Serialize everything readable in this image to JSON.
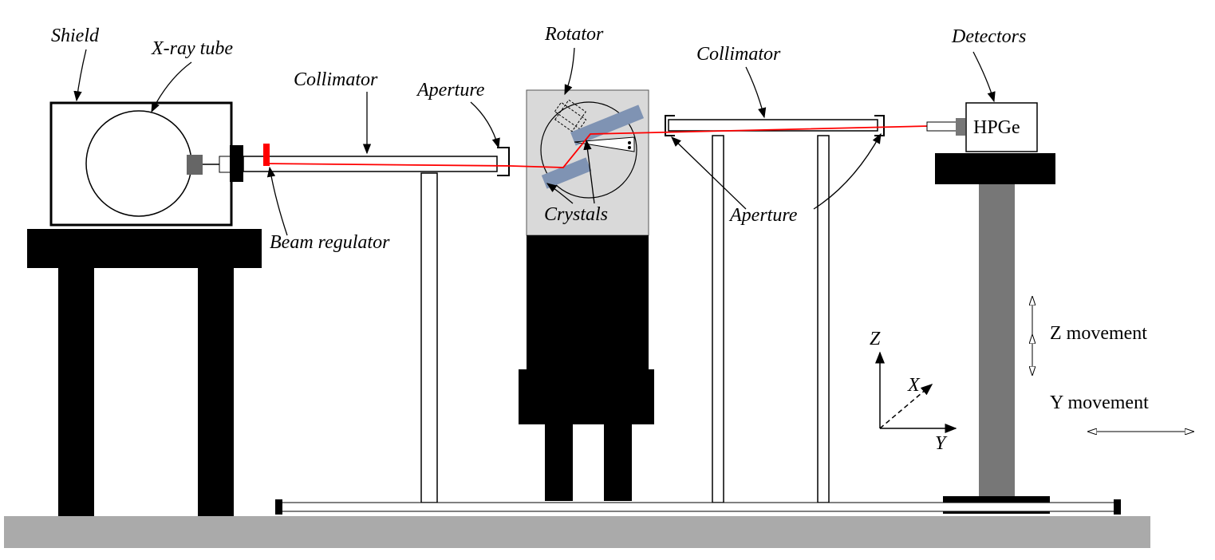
{
  "labels": {
    "shield": "Shield",
    "xray_tube": "X-ray tube",
    "collimator_left": "Collimator",
    "aperture_left": "Aperture",
    "rotator": "Rotator",
    "crystals": "Crystals",
    "collimator_right": "Collimator",
    "aperture_right": "Aperture",
    "detectors": "Detectors",
    "detector_type": "HPGe",
    "beam_regulator": "Beam regulator",
    "z_movement": "Z movement",
    "y_movement": "Y movement"
  },
  "axes": {
    "z": "Z",
    "x": "X",
    "y": "Y"
  },
  "colors": {
    "beam": "#ff0000",
    "ground": "#aaaaaa",
    "rotator_box": "#d9d9d9",
    "crystal": "#7f93b3",
    "column": "#777777"
  }
}
